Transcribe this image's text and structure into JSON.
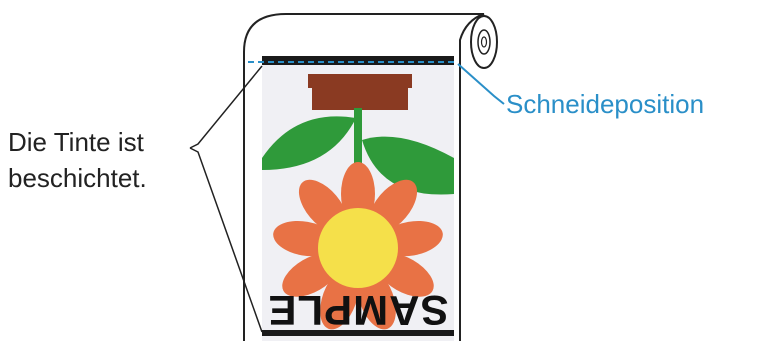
{
  "labels": {
    "ink_line1": "Die Tinte ist",
    "ink_line2": "beschichtet.",
    "cut_position": "Schneideposition",
    "sample_print": "SAMPLE"
  },
  "colors": {
    "cut_line": "#2a8fc8",
    "pot": "#8a3a22",
    "stem_leaves": "#2f9a3a",
    "petals": "#e87245",
    "flower_center": "#f5e04a",
    "print_area": "#f0f0f4"
  }
}
